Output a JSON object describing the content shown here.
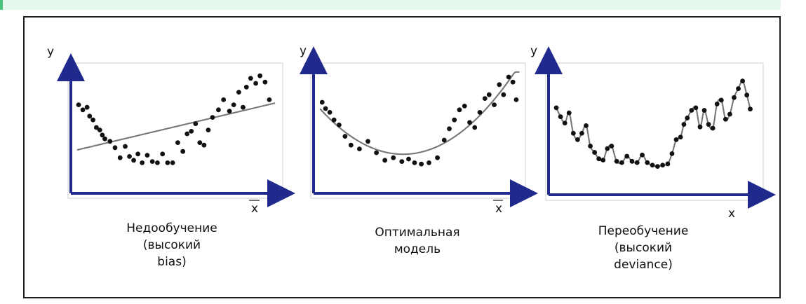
{
  "panels": [
    {
      "id": "underfit",
      "axis_y_label": "y",
      "axis_x_label": "x",
      "caption_lines": [
        "Недообучение",
        "(высокий",
        "bias)"
      ],
      "fit_type": "linear",
      "points": [
        [
          0.5,
          6.8
        ],
        [
          1.0,
          6.4
        ],
        [
          1.5,
          6.6
        ],
        [
          1.8,
          5.9
        ],
        [
          2.2,
          5.6
        ],
        [
          2.6,
          5.0
        ],
        [
          3.0,
          4.8
        ],
        [
          3.3,
          4.4
        ],
        [
          3.6,
          4.1
        ],
        [
          4.2,
          3.9
        ],
        [
          4.8,
          3.4
        ],
        [
          5.4,
          2.6
        ],
        [
          6.0,
          3.5
        ],
        [
          6.5,
          2.7
        ],
        [
          7.0,
          2.4
        ],
        [
          7.5,
          2.9
        ],
        [
          8.0,
          2.2
        ],
        [
          8.6,
          2.8
        ],
        [
          9.2,
          2.3
        ],
        [
          9.8,
          2.2
        ],
        [
          10.4,
          2.9
        ],
        [
          11.0,
          2.2
        ],
        [
          11.6,
          2.2
        ],
        [
          12.2,
          3.8
        ],
        [
          12.8,
          3.1
        ],
        [
          13.3,
          4.5
        ],
        [
          13.8,
          4.7
        ],
        [
          14.3,
          5.3
        ],
        [
          14.8,
          3.8
        ],
        [
          15.3,
          3.6
        ],
        [
          15.8,
          4.8
        ],
        [
          16.3,
          5.8
        ],
        [
          17.0,
          6.4
        ],
        [
          17.6,
          7.2
        ],
        [
          18.3,
          6.3
        ],
        [
          18.8,
          6.8
        ],
        [
          19.4,
          7.8
        ],
        [
          19.9,
          6.6
        ],
        [
          20.3,
          8.2
        ],
        [
          20.8,
          8.9
        ],
        [
          21.4,
          8.5
        ],
        [
          21.9,
          9.1
        ],
        [
          22.5,
          8.6
        ],
        [
          23.0,
          7.2
        ]
      ]
    },
    {
      "id": "optimal",
      "axis_y_label": "y",
      "axis_x_label": "x",
      "caption_lines": [
        "Оптимальная",
        "модель"
      ],
      "fit_type": "smooth",
      "points": [
        [
          0.6,
          7.0
        ],
        [
          1.0,
          6.5
        ],
        [
          1.5,
          6.2
        ],
        [
          2.0,
          5.6
        ],
        [
          2.6,
          5.2
        ],
        [
          3.3,
          4.3
        ],
        [
          4.0,
          3.6
        ],
        [
          5.0,
          3.3
        ],
        [
          6.0,
          3.9
        ],
        [
          7.0,
          3.0
        ],
        [
          8.0,
          2.4
        ],
        [
          9.0,
          2.6
        ],
        [
          10.0,
          2.3
        ],
        [
          10.8,
          2.5
        ],
        [
          11.5,
          2.2
        ],
        [
          12.3,
          2.1
        ],
        [
          13.2,
          2.2
        ],
        [
          14.2,
          2.6
        ],
        [
          15.0,
          4.0
        ],
        [
          15.6,
          4.9
        ],
        [
          16.2,
          5.6
        ],
        [
          16.8,
          6.4
        ],
        [
          17.4,
          6.7
        ],
        [
          18.0,
          5.4
        ],
        [
          18.6,
          5.0
        ],
        [
          19.2,
          6.2
        ],
        [
          19.8,
          7.3
        ],
        [
          20.3,
          7.6
        ],
        [
          20.9,
          6.8
        ],
        [
          21.5,
          8.4
        ],
        [
          22.0,
          7.6
        ],
        [
          22.6,
          9.0
        ],
        [
          23.1,
          8.6
        ],
        [
          23.5,
          7.2
        ]
      ]
    },
    {
      "id": "overfit",
      "axis_y_label": "y",
      "axis_x_label": "x",
      "caption_lines": [
        "Переобучение",
        "(высокий",
        "deviance)"
      ],
      "fit_type": "interpolate",
      "points": [
        [
          0.5,
          6.6
        ],
        [
          1.0,
          5.9
        ],
        [
          1.5,
          5.4
        ],
        [
          2.0,
          6.2
        ],
        [
          2.5,
          4.6
        ],
        [
          3.0,
          4.1
        ],
        [
          3.5,
          4.6
        ],
        [
          4.0,
          5.2
        ],
        [
          4.5,
          3.6
        ],
        [
          5.0,
          3.1
        ],
        [
          5.5,
          2.6
        ],
        [
          6.0,
          2.5
        ],
        [
          6.5,
          3.4
        ],
        [
          7.0,
          3.6
        ],
        [
          7.6,
          2.4
        ],
        [
          8.2,
          2.3
        ],
        [
          8.8,
          2.8
        ],
        [
          9.4,
          2.4
        ],
        [
          10.0,
          2.3
        ],
        [
          10.6,
          2.9
        ],
        [
          11.2,
          2.3
        ],
        [
          11.8,
          2.1
        ],
        [
          12.4,
          2.0
        ],
        [
          13.0,
          2.1
        ],
        [
          13.6,
          2.2
        ],
        [
          14.1,
          3.0
        ],
        [
          14.6,
          4.1
        ],
        [
          15.1,
          4.3
        ],
        [
          15.5,
          5.3
        ],
        [
          15.9,
          5.8
        ],
        [
          16.4,
          6.4
        ],
        [
          16.9,
          6.6
        ],
        [
          17.4,
          5.1
        ],
        [
          17.9,
          6.4
        ],
        [
          18.4,
          5.3
        ],
        [
          18.9,
          5.0
        ],
        [
          19.4,
          6.9
        ],
        [
          19.9,
          7.2
        ],
        [
          20.4,
          5.7
        ],
        [
          20.9,
          6.1
        ],
        [
          21.4,
          7.4
        ],
        [
          21.9,
          8.1
        ],
        [
          22.4,
          8.7
        ],
        [
          22.9,
          7.6
        ],
        [
          23.3,
          6.5
        ]
      ]
    }
  ],
  "colors": {
    "axis": "#1f2a8c",
    "points": "#111111",
    "fit_line": "#777777",
    "frame": "#1f1f1f",
    "top_strip_bg": "#e6f7ec",
    "top_strip_accent": "#48c47a"
  }
}
